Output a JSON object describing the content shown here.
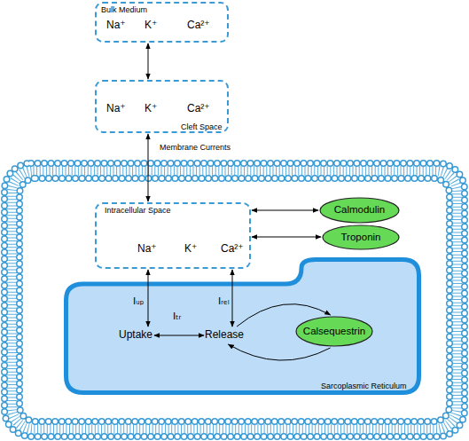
{
  "diagram": {
    "nodes": [
      {
        "text": [
          "Bulk Medium",
          "Na⁺",
          "K⁺",
          "Ca²⁺"
        ]
      },
      {
        "text": [
          "Na⁺",
          "K⁺",
          "Ca²⁺",
          "Cleft Space"
        ]
      },
      {
        "text": [
          "Intracellular Space",
          "Na⁺",
          "K⁺",
          "Ca²⁺"
        ]
      },
      {
        "text": [
          "Calmodulin"
        ]
      },
      {
        "text": [
          "Troponin"
        ]
      },
      {
        "text": [
          "Sarcoplasmic Reticulum"
        ]
      },
      {
        "text": [
          "Uptake"
        ],
        "in": 5
      },
      {
        "text": [
          "Release"
        ],
        "in": 5
      },
      {
        "text": [
          "Calsequestrin"
        ],
        "in": 5
      }
    ],
    "edges": [
      {
        "from": 0,
        "to": 1,
        "arrow": "both"
      },
      {
        "from": 1,
        "to": 2,
        "arrow": "both",
        "label": "Membrane Currents"
      },
      {
        "from": 2,
        "to": 3,
        "arrow": "both"
      },
      {
        "from": 2,
        "to": 4,
        "arrow": "both"
      },
      {
        "from": 2,
        "to": 6,
        "arrow": "both",
        "label": "Iᵤₚ"
      },
      {
        "from": 2,
        "to": 7,
        "arrow": "both",
        "label": "Iᵣₑₗ"
      },
      {
        "from": 6,
        "to": 7,
        "arrow": "both",
        "label": "Iₜᵣ"
      },
      {
        "from": 7,
        "to": 8,
        "arrow": "to"
      },
      {
        "from": 8,
        "to": 7,
        "arrow": "to"
      }
    ]
  }
}
